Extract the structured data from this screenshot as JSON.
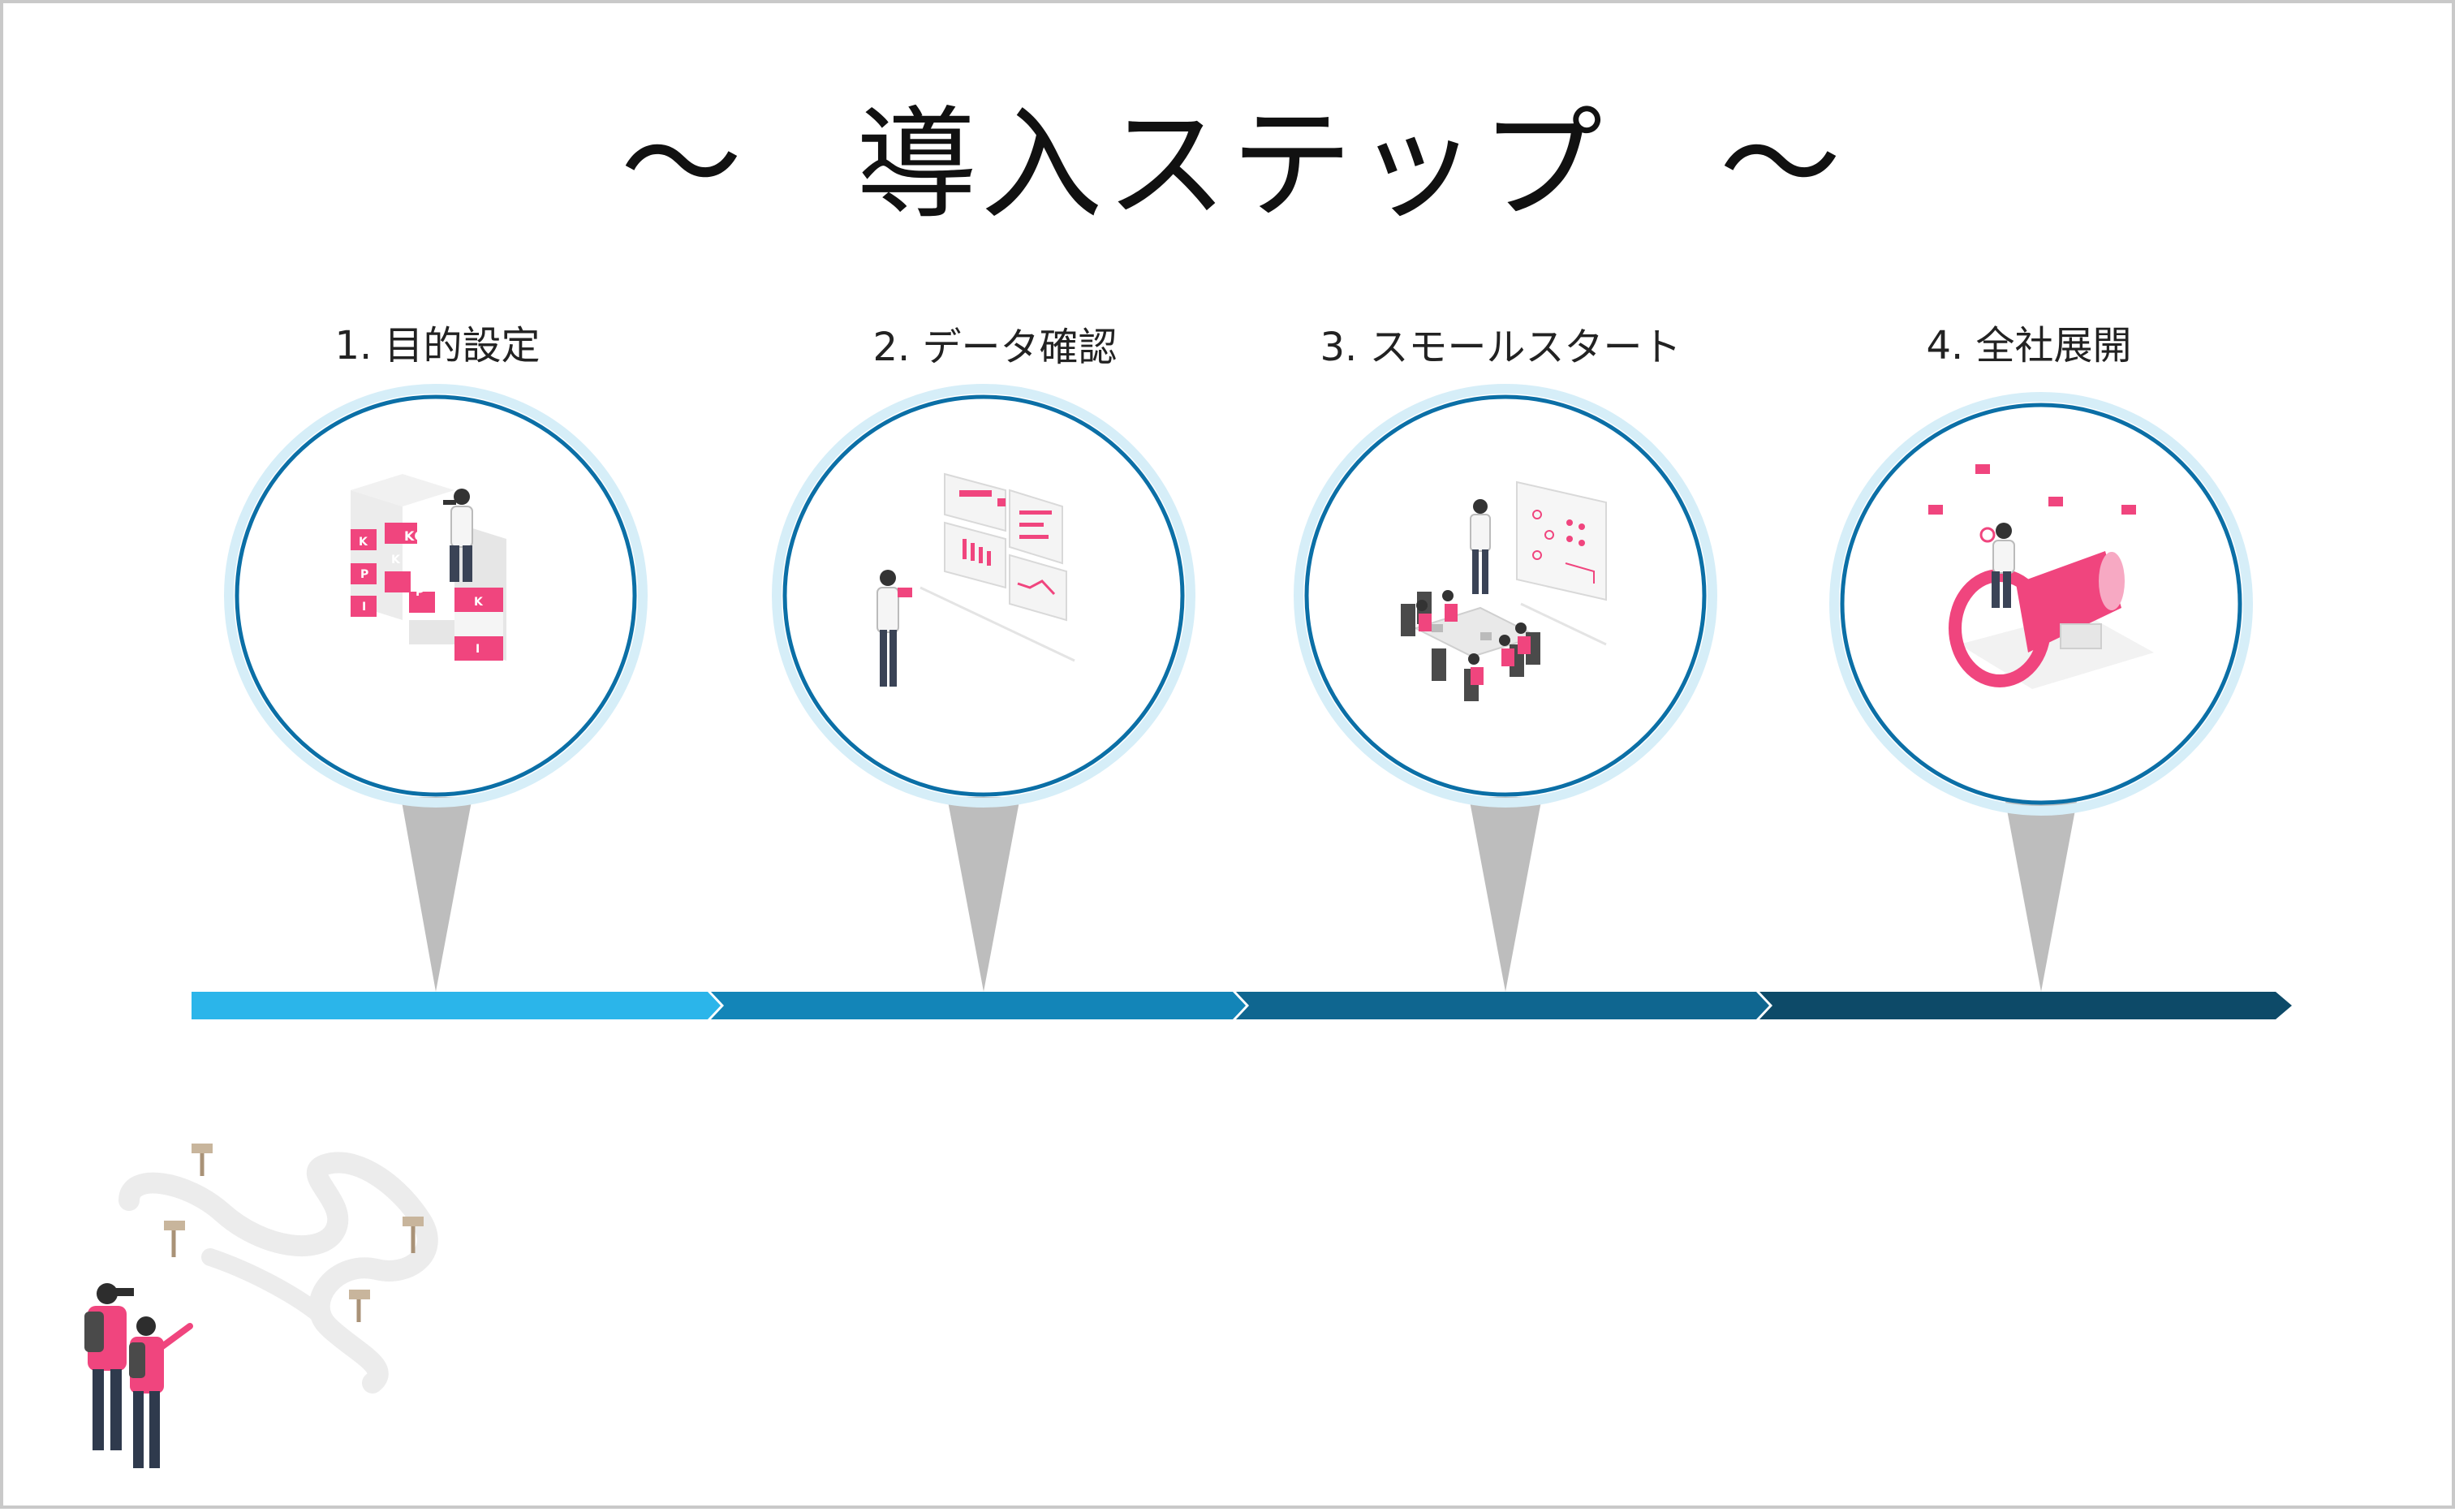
{
  "title": {
    "prefix": "〜",
    "main": "導入ステップ",
    "suffix": "〜"
  },
  "steps": [
    {
      "label": "1. 目的設定",
      "illustration": "kgi-kpi-blocks-illustration"
    },
    {
      "label": "2. データ確認",
      "illustration": "data-dashboard-illustration"
    },
    {
      "label": "3. スモールスタート",
      "illustration": "meeting-room-illustration"
    },
    {
      "label": "4. 全社展開",
      "illustration": "megaphone-illustration"
    }
  ],
  "illustration_text": {
    "kgi": "KGI",
    "k": "K",
    "p": "P",
    "i": "I"
  },
  "colors": {
    "arrow_segments": [
      "#2bb5ea",
      "#1385b8",
      "#0f6690",
      "#0d4a68"
    ],
    "circle_ring": "#0b6fa6",
    "circle_glow": "#d6eef8",
    "pointer": "#bdbdbd",
    "accent_pink": "#f0457e",
    "border": "#c9c9c9"
  }
}
